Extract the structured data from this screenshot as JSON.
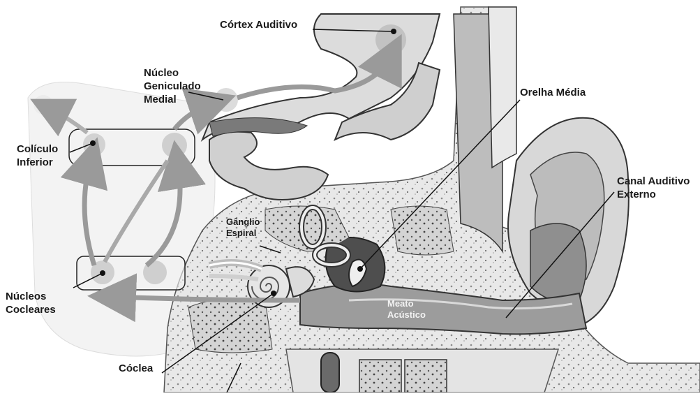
{
  "labels": {
    "cortex_auditivo": "Córtex Auditivo",
    "nucleo_geniculado_medial": "Núcleo\nGeniculado\nMedial",
    "orelha_media": "Orelha Média",
    "coliculo_inferior": "Colículo\nInferior",
    "canal_auditivo_externo": "Canal Auditivo\nExterno",
    "ganglio_espiral": "Gânglio\nEspiral",
    "nucleos_cocleares": "Núcleos\nCocleares",
    "meato_acustico": "Meato\nAcústico",
    "coclea": "Cóclea"
  },
  "colors": {
    "background": "#ffffff",
    "tissue_light": "#e6e6e6",
    "tissue_mid": "#c8c8c8",
    "tissue_dark": "#8a8a8a",
    "pathway_arrow": "#9a9a9a",
    "outline": "#222222",
    "leader_line": "#111111"
  }
}
